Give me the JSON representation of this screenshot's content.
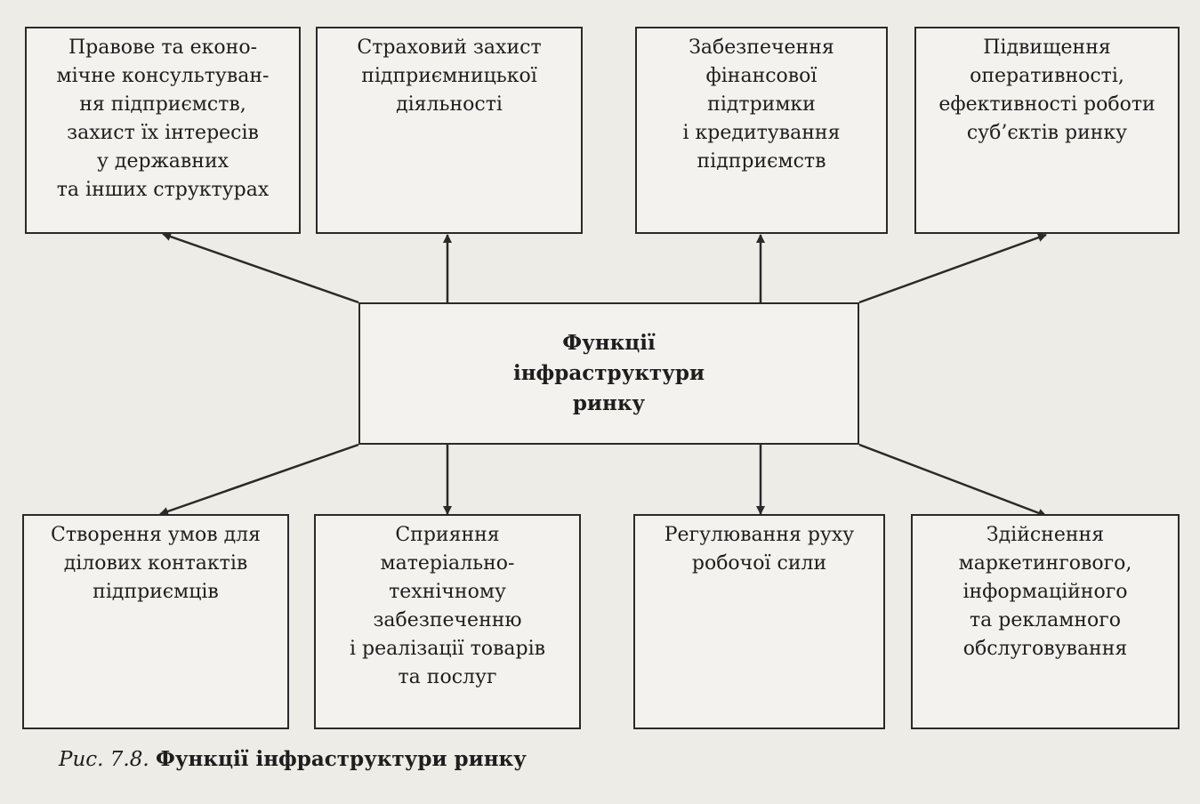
{
  "center": {
    "lines": [
      "Функції",
      "інфраструктури",
      "ринку"
    ]
  },
  "top_boxes": [
    {
      "lines": [
        "Правове та еконо-",
        "мічне консультуван-",
        "ня підприємств,",
        "захист їх інтересів",
        "у державних",
        "та інших структурах"
      ]
    },
    {
      "lines": [
        "Страховий захист",
        "підприємницької",
        "діяльності"
      ]
    },
    {
      "lines": [
        "Забезпечення",
        "фінансової",
        "підтримки",
        "і кредитування",
        "підприємств"
      ]
    },
    {
      "lines": [
        "Підвищення",
        "оперативності,",
        "ефективності роботи",
        "суб’єктів ринку"
      ]
    }
  ],
  "bottom_boxes": [
    {
      "lines": [
        "Створення умов для",
        "ділових контактів",
        "підприємців"
      ]
    },
    {
      "lines": [
        "Сприяння",
        "матеріально-",
        "технічному",
        "забезпеченню",
        "і реалізації товарів",
        "та послуг"
      ]
    },
    {
      "lines": [
        "Регулювання руху",
        "робочої сили"
      ]
    },
    {
      "lines": [
        "Здійснення",
        "маркетингового,",
        "інформаційного",
        "та рекламного",
        "обслуговування"
      ]
    }
  ],
  "caption": {
    "label": "Рис. 7.8.",
    "title": "Функції інфраструктури ринку"
  },
  "colors": {
    "line": "#2a2a2a",
    "background": "#eeece6"
  }
}
